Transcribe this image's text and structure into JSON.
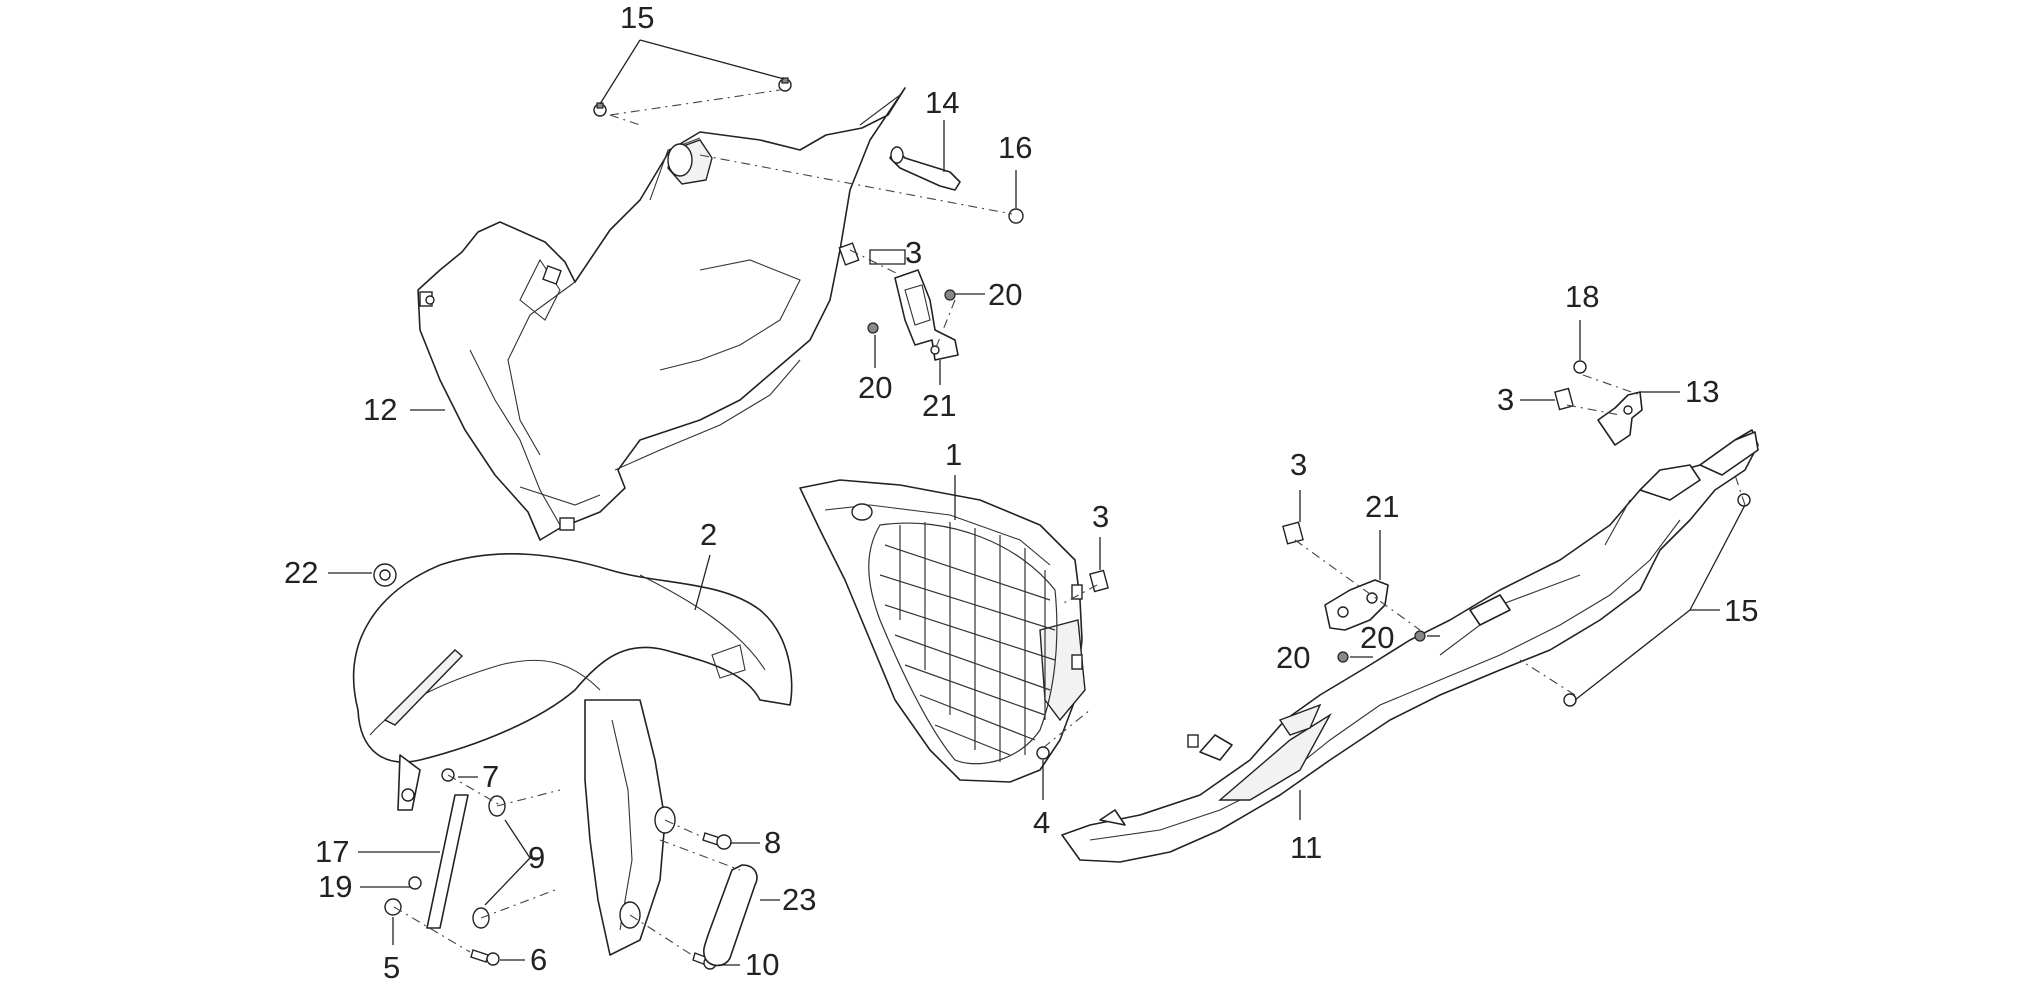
{
  "labels": {
    "l1": "1",
    "l2": "2",
    "l3a": "3",
    "l3b": "3",
    "l3c": "3",
    "l3d": "3",
    "l4": "4",
    "l5": "5",
    "l6": "6",
    "l7": "7",
    "l8": "8",
    "l9": "9",
    "l10": "10",
    "l11": "11",
    "l12": "12",
    "l13": "13",
    "l14": "14",
    "l15a": "15",
    "l15b": "15",
    "l16": "16",
    "l17": "17",
    "l18": "18",
    "l19": "19",
    "l20a": "20",
    "l20b": "20",
    "l20c": "20",
    "l20d": "20",
    "l21a": "21",
    "l21b": "21",
    "l22": "22",
    "l23": "23"
  },
  "colors": {
    "ink": "#222222",
    "background": "#ffffff"
  }
}
